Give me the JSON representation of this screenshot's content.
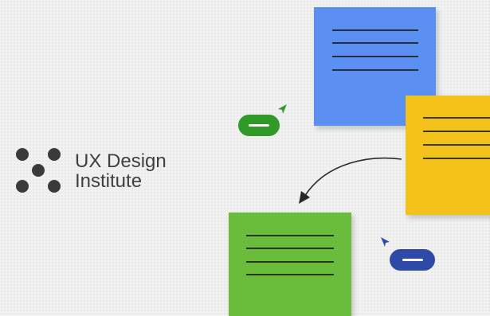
{
  "logo": {
    "line1": "UX Design",
    "line2": "Institute",
    "dot_color": "#3a3a3a"
  },
  "notes": [
    {
      "name": "blue-sticky-note",
      "color": "#5b8ff2",
      "lines": 4
    },
    {
      "name": "yellow-sticky-note",
      "color": "#f2c21b",
      "lines": 4
    },
    {
      "name": "green-sticky-note",
      "color": "#6abd3c",
      "lines": 4
    }
  ],
  "comments": [
    {
      "name": "green-comment-pill",
      "color": "#2f9a28",
      "cursor_icon": "cursor-pointer-icon"
    },
    {
      "name": "blue-comment-pill",
      "color": "#2f4aa6",
      "cursor_icon": "cursor-pointer-icon"
    }
  ],
  "connector_icon": "curved-arrow-icon"
}
